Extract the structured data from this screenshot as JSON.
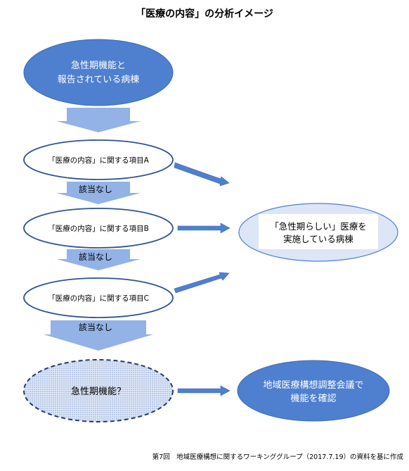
{
  "title": "「医療の内容」の分析イメージ",
  "nodes": {
    "start": {
      "line1": "急性期機能と",
      "line2": "報告されている病棟"
    },
    "itemA": {
      "label": "「医療の内容」に関する項目A"
    },
    "itemB": {
      "label": "「医療の内容」に関する項目B"
    },
    "itemC": {
      "label": "「医療の内容」に関する項目C"
    },
    "no_match_1": "該当なし",
    "no_match_2": "該当なし",
    "no_match_3": "該当なし",
    "acute_like": {
      "line1": "「急性期らしい」医療を",
      "line2": "実施している病棟"
    },
    "acute_question": {
      "label": "急性期機能？"
    },
    "confirm": {
      "line1": "地域医療構想調整会議で",
      "line2": "機能を確認"
    }
  },
  "footnote": "第7回　地域医療構想に関するワーキンググループ（2017.7.19）の資料を基に作成",
  "colors": {
    "dark_blue": "#4f7fcf",
    "light_blue": "#dde6f6",
    "arrow_blue": "#93b2e6",
    "outline_blue": "#2e5395",
    "dotted_fill": "#c3d0ea"
  }
}
